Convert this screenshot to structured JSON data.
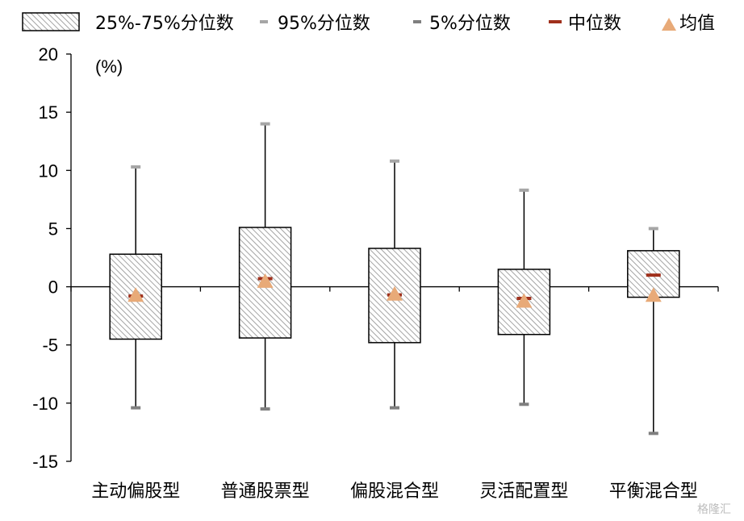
{
  "chart_data": {
    "type": "boxplot",
    "unit_label": "(%)",
    "ylim": [
      -15,
      20
    ],
    "yticks": [
      20,
      15,
      10,
      5,
      0,
      -5,
      -10,
      -15
    ],
    "categories": [
      "主动偏股型",
      "普通股票型",
      "偏股混合型",
      "灵活配置型",
      "平衡混合型"
    ],
    "legend": {
      "iqr": "25%-75%分位数",
      "p95": "95%分位数",
      "p5": "5%分位数",
      "median": "中位数",
      "mean": "均值"
    },
    "series": {
      "p95": [
        10.3,
        14.0,
        10.8,
        8.3,
        5.0
      ],
      "p75": [
        2.8,
        5.1,
        3.3,
        1.5,
        3.1
      ],
      "median": [
        -0.8,
        0.7,
        -0.7,
        -1.0,
        1.0
      ],
      "mean": [
        -0.6,
        0.6,
        -0.5,
        -1.1,
        -0.6
      ],
      "p25": [
        -4.5,
        -4.4,
        -4.8,
        -4.1,
        -0.9
      ],
      "p5": [
        -10.4,
        -10.5,
        -10.4,
        -10.1,
        -12.6
      ]
    },
    "colors": {
      "box_border": "#000000",
      "box_hatch": "#9a9a9a",
      "whisker": "#000000",
      "p95_cap": "#a6a6a6",
      "p5_cap": "#7f7f7f",
      "median": "#a0301c",
      "mean": "#e8aa78"
    }
  },
  "watermark": "格隆汇"
}
